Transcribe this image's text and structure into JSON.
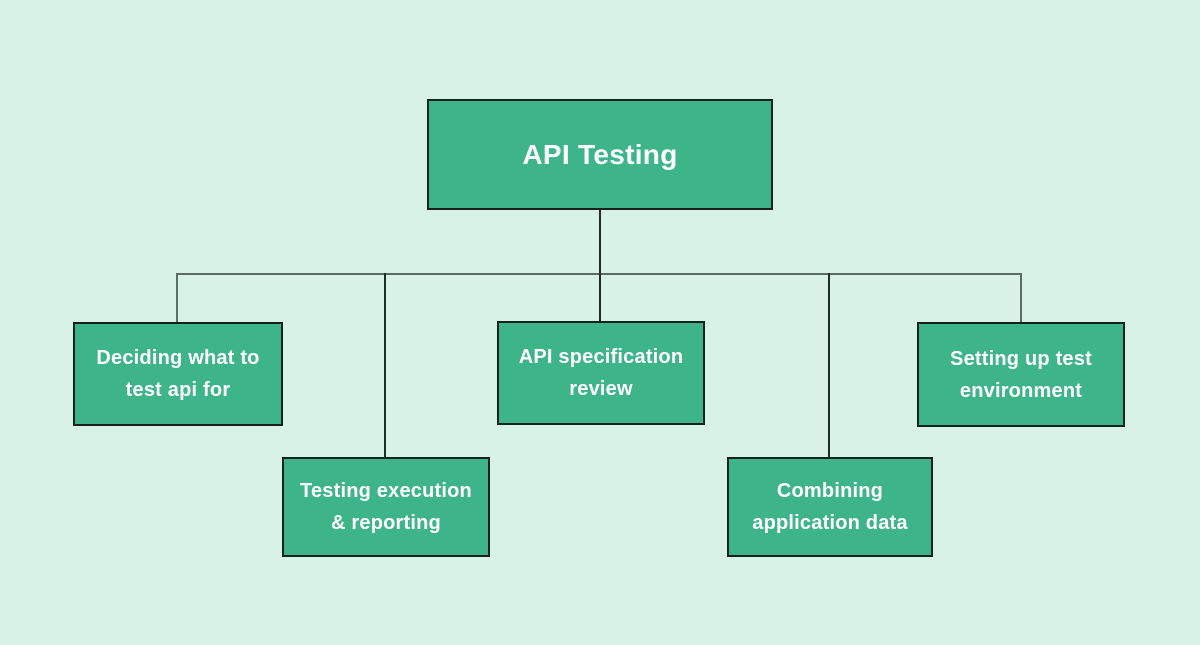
{
  "diagram": {
    "type": "tree",
    "root": {
      "label": "API Testing"
    },
    "children": [
      {
        "label": "Deciding what to test api for",
        "lines": [
          "Deciding what to",
          "test api for"
        ]
      },
      {
        "label": "Testing execution & reporting",
        "lines": [
          "Testing execution",
          "& reporting"
        ]
      },
      {
        "label": "API specification review",
        "lines": [
          "API specification",
          "review"
        ]
      },
      {
        "label": "Combining application data",
        "lines": [
          "Combining",
          "application data"
        ]
      },
      {
        "label": "Setting up test environment",
        "lines": [
          "Setting up test",
          "environment"
        ]
      }
    ]
  },
  "colors": {
    "canvas_background": "#d8f2e6",
    "node_fill": "#3eb489",
    "node_border": "#17221b",
    "node_text": "#ffffff",
    "connector_line": "#5c6e64",
    "connector_line_dark": "#222c26"
  }
}
